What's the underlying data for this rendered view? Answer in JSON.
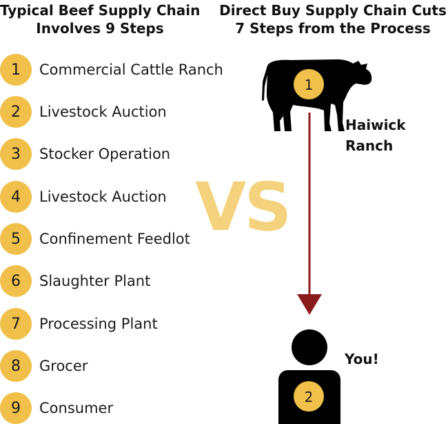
{
  "header_left": [
    "Typical Beef Supply Chain",
    "Involves 9 Steps"
  ],
  "header_right": [
    "Direct Buy Supply Chain Cuts",
    "7 Steps from the Process"
  ],
  "steps": [
    {
      "number": "1",
      "label": "Commercial Cattle Ranch"
    },
    {
      "number": "2",
      "label": "Livestock Auction"
    },
    {
      "number": "3",
      "label": "Stocker Operation"
    },
    {
      "number": "4",
      "label": "Livestock Auction"
    },
    {
      "number": "5",
      "label": "Confinement Feedlot"
    },
    {
      "number": "6",
      "label": "Slaughter Plant"
    },
    {
      "number": "7",
      "label": "Processing Plant"
    },
    {
      "number": "8",
      "label": "Grocer"
    },
    {
      "number": "9",
      "label": "Consumer"
    }
  ],
  "vs_text": "VS",
  "direct": {
    "ranch_number": "1",
    "ranch_label": [
      "Haiwick",
      "Ranch"
    ],
    "consumer_number": "2",
    "consumer_label": "You!"
  },
  "colors": {
    "badge": "#f1c04a",
    "vs": "#f5d37e",
    "arrow": "#8b1a1a",
    "silhouette": "#000000"
  },
  "icons": [
    "cow-icon",
    "person-icon",
    "arrow-down-icon"
  ]
}
